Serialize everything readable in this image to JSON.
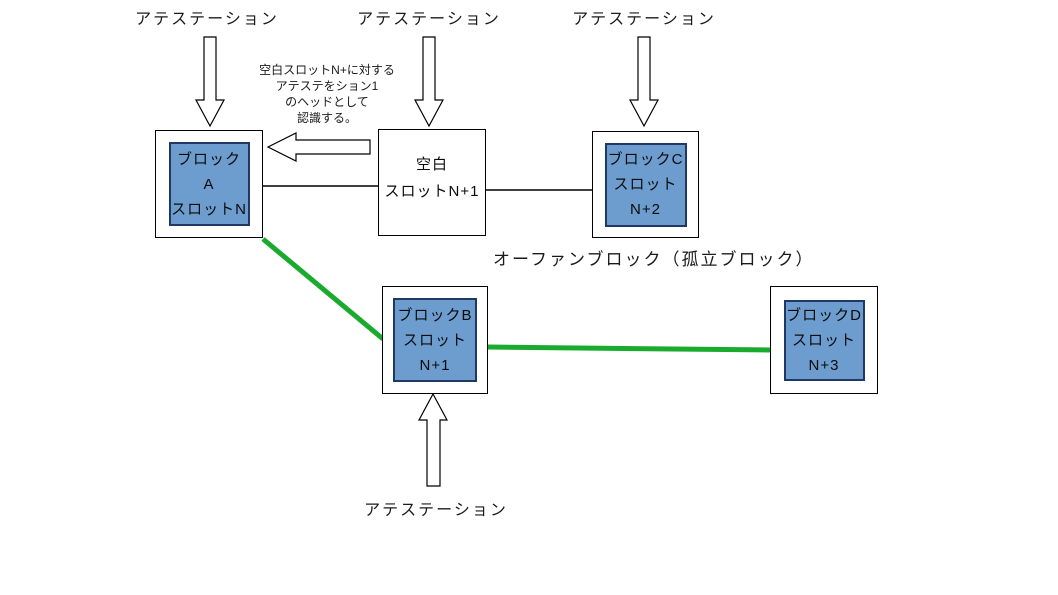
{
  "diagram": {
    "top_attestation_labels": [
      "アテステーション",
      "アテステーション",
      "アテステーション"
    ],
    "bottom_attestation_label": "アテステーション",
    "note_lines": [
      "空白スロットN+に対する",
      "アテステをション1",
      "のヘッドとして",
      "認識する。"
    ],
    "orphan_label": "オーファンブロック（孤立ブロック）",
    "blocks": {
      "a": {
        "lines": [
          "ブロック",
          "A",
          "スロットN"
        ]
      },
      "blank": {
        "lines": [
          "空白",
          "スロットN+1"
        ]
      },
      "c": {
        "lines": [
          "ブロックC",
          "スロット",
          "N+2"
        ]
      },
      "b": {
        "lines": [
          "ブロックB",
          "スロット",
          "N+1"
        ]
      },
      "d": {
        "lines": [
          "ブロックD",
          "スロット",
          "N+3"
        ]
      }
    },
    "colors": {
      "block_fill": "#6d9dce",
      "block_border": "#1f3864",
      "green_link": "#1aab2e",
      "outline": "#000000"
    }
  }
}
